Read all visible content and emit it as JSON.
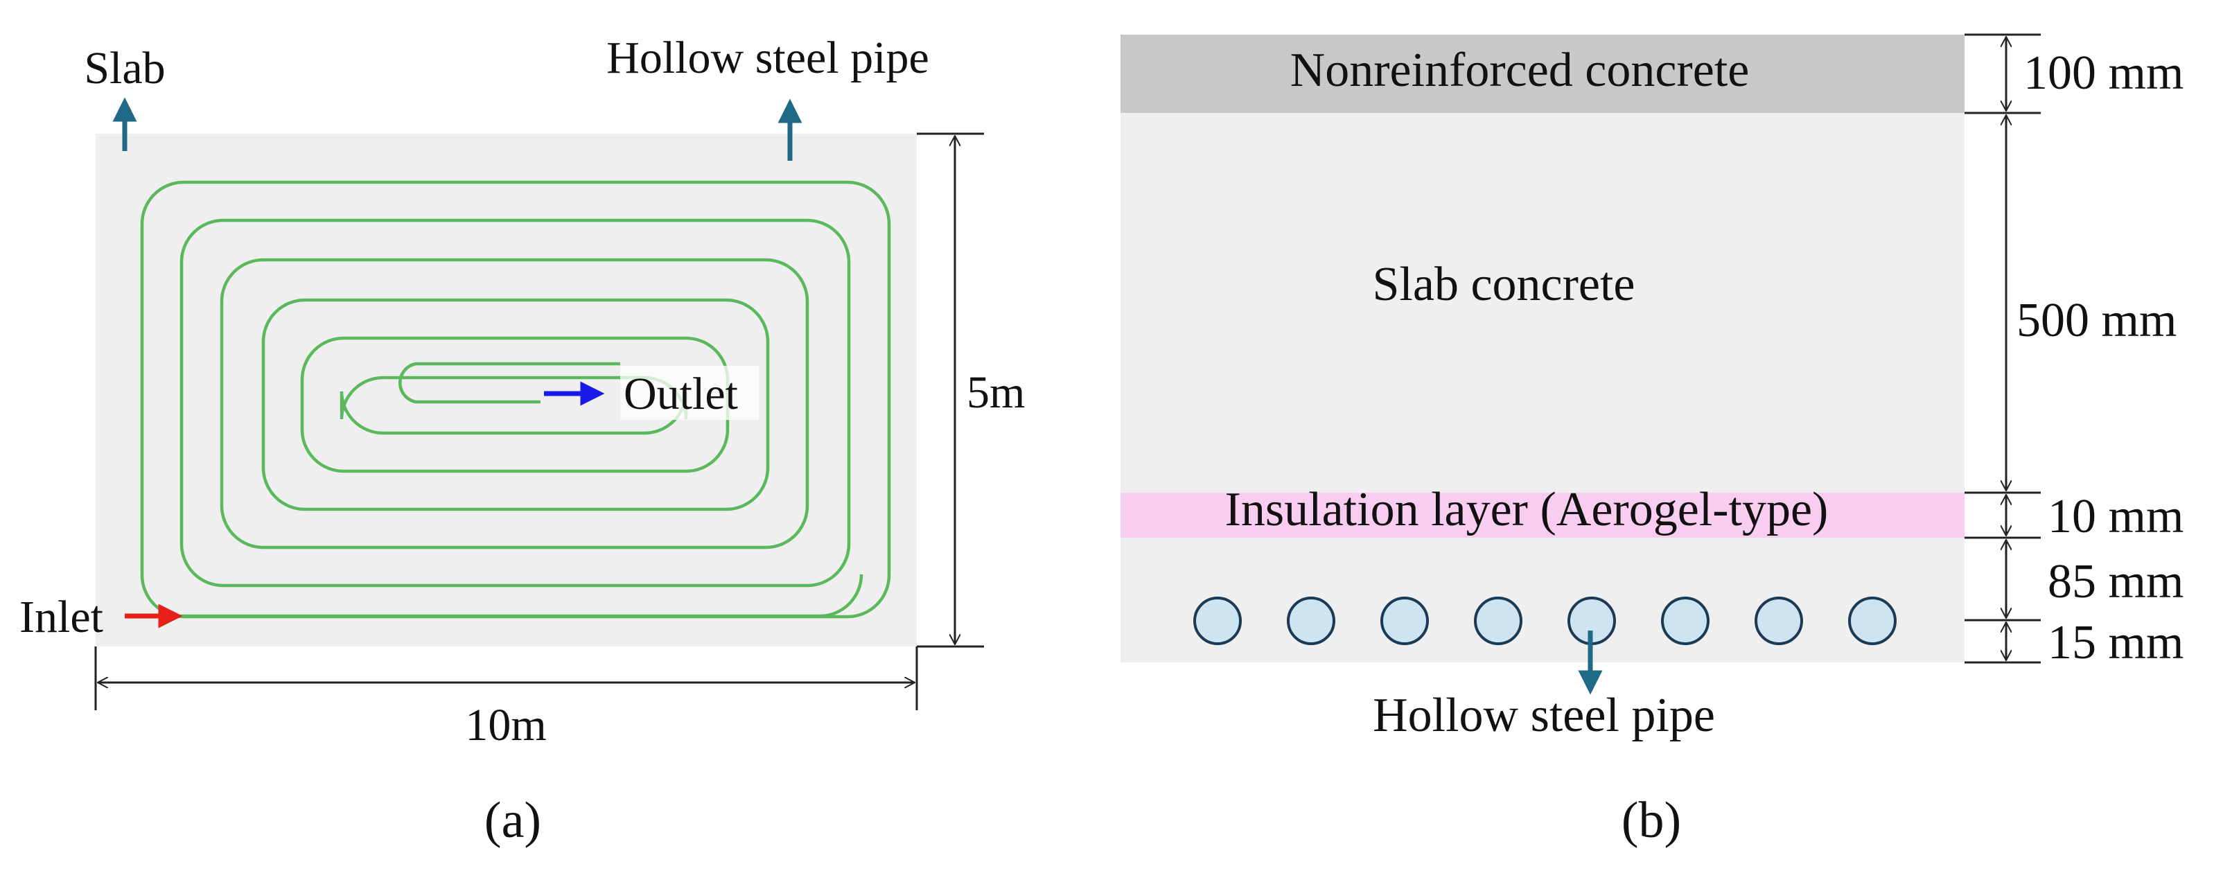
{
  "panel_a": {
    "labels": {
      "slab": "Slab",
      "hollow_steel_pipe": "Hollow steel pipe",
      "inlet": "Inlet",
      "outlet": "Outlet",
      "height_dim": "5m",
      "width_dim": "10m"
    },
    "caption": "(a)",
    "colors": {
      "slab_fill": "#efefef",
      "pipe": "#5cb85c",
      "pointer_arrow": "#1f6a86",
      "inlet_arrow": "#e8201a",
      "outlet_arrow": "#1a1ae8"
    }
  },
  "panel_b": {
    "layers": {
      "nonreinforced": "Nonreinforced concrete",
      "slab": "Slab concrete",
      "insulation": "Insulation layer (Aerogel-type)",
      "pipe_label": "Hollow steel pipe"
    },
    "dimensions": {
      "d1": "100 mm",
      "d2": "500 mm",
      "d3": "10 mm",
      "d4": "85 mm",
      "d5": "15 mm"
    },
    "caption": "(b)",
    "pipe_count": 8,
    "colors": {
      "nonreinforced": "#c8c8c8",
      "slab": "#efefef",
      "insulation": "#f8cdef",
      "pipe_fill": "#cfe4f1",
      "pipe_stroke": "#1b3a55",
      "pointer_arrow": "#1f6a86"
    }
  }
}
